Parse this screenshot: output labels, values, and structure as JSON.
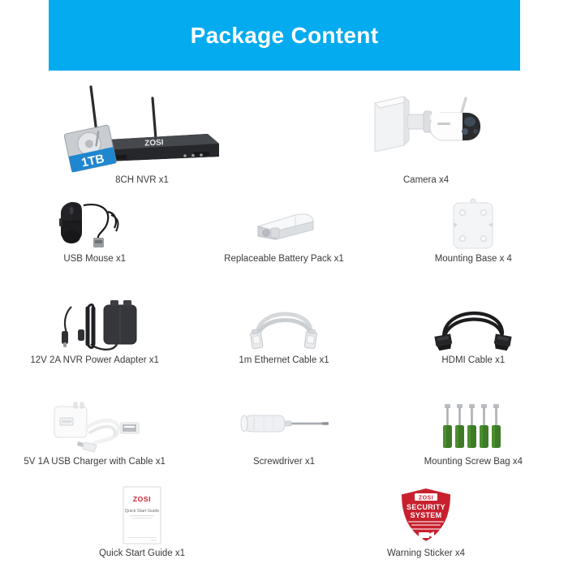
{
  "header": {
    "title": "Package Content",
    "background_color": "#05ABEF",
    "text_color": "#ffffff"
  },
  "theme": {
    "page_background": "#ffffff",
    "caption_color": "#3b3b3b",
    "accent_blue": "#05ABEF",
    "warning_red": "#C8202E",
    "screw_green": "#3E7B26"
  },
  "rows": [
    {
      "items": [
        {
          "label": "8CH NVR x1",
          "icon": "nvr-recorder-icon",
          "badge": "1TB"
        },
        {
          "label": "Camera x4",
          "icon": "bullet-camera-icon"
        }
      ]
    },
    {
      "items": [
        {
          "label": "USB Mouse x1",
          "icon": "usb-mouse-icon"
        },
        {
          "label": "Replaceable Battery Pack x1",
          "icon": "battery-pack-icon"
        },
        {
          "label": "Mounting Base x 4",
          "icon": "mounting-base-icon"
        }
      ]
    },
    {
      "items": [
        {
          "label": "12V 2A NVR Power Adapter x1",
          "icon": "power-adapter-icon"
        },
        {
          "label": "1m Ethernet Cable x1",
          "icon": "ethernet-cable-icon"
        },
        {
          "label": "HDMI Cable x1",
          "icon": "hdmi-cable-icon"
        }
      ]
    },
    {
      "items": [
        {
          "label": "5V 1A USB Charger with Cable x1",
          "icon": "usb-charger-icon"
        },
        {
          "label": "Screwdriver x1",
          "icon": "screwdriver-icon"
        },
        {
          "label": "Mounting Screw Bag x4",
          "icon": "mounting-screws-icon"
        }
      ]
    },
    {
      "items": [
        {
          "label": "Quick Start Guide x1",
          "icon": "quick-start-guide-icon"
        },
        {
          "label": "Warning Sticker x4",
          "icon": "warning-sticker-icon"
        }
      ]
    }
  ],
  "artwork_text": {
    "nvr_brand": "ZOSI",
    "hdd_badge": "1TB",
    "guide_brand": "ZOSI",
    "guide_title": "Quick Start Guide",
    "sticker_brand": "ZOSI",
    "sticker_line1": "SECURITY",
    "sticker_line2": "SYSTEM"
  }
}
